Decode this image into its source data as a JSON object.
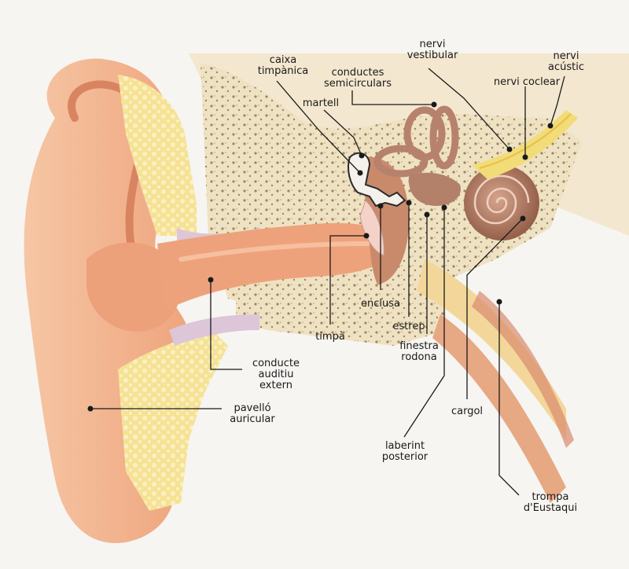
{
  "labels": {
    "caixa_timpanica": [
      "caixa",
      "timpànica"
    ],
    "conductes_semicirculars": [
      "conductes",
      "semicirculars"
    ],
    "nervi_vestibular": [
      "nervi",
      "vestibular"
    ],
    "nervi_acustic": [
      "nervi",
      "acústic"
    ],
    "martell": [
      "martell"
    ],
    "nervi_coclear": [
      "nervi coclear"
    ],
    "enclusa": [
      "enclusa"
    ],
    "estrep": [
      "estrep"
    ],
    "timpa": [
      "timpà"
    ],
    "finestra_rodona": [
      "finestra",
      "rodona"
    ],
    "conducte_auditiu_extern": [
      "conducte",
      "auditiu",
      "extern"
    ],
    "pavello_auricular": [
      "pavelló",
      "auricular"
    ],
    "cargol": [
      "cargol"
    ],
    "laberint_posterior": [
      "laberint",
      "posterior"
    ],
    "trompa_eustaqui": [
      "trompa",
      "d'Eustaqui"
    ]
  },
  "colors": {
    "skin": "#f2b58f",
    "skin_dark": "#e79a72",
    "canal": "#e9a27a",
    "bone": "#efe0bc",
    "fat": "#f6e59a",
    "cartilage": "#e6c3c9",
    "cochlea": "#b07c64",
    "nerve": "#f4df7f",
    "muscle": "#d98a6c",
    "leader": "#1a1a1a"
  }
}
